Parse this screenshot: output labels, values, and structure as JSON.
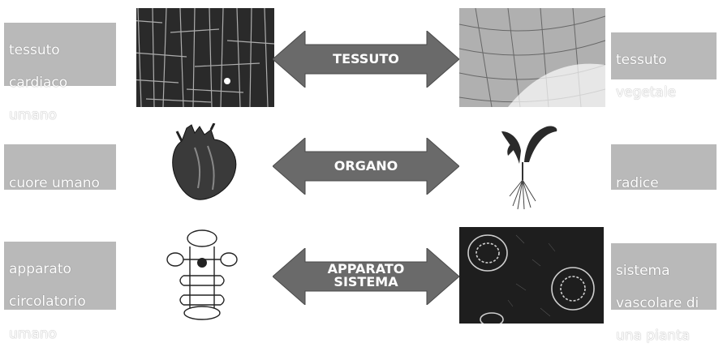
{
  "rows": [
    {
      "left_label": [
        "tessuto",
        "cardiaco",
        "umano"
      ],
      "arrow_label": [
        "TESSUTO"
      ],
      "right_label": [
        "tessuto",
        "vegetale"
      ],
      "left_icon": "heart-tissue-micrograph-icon",
      "right_icon": "plant-tissue-micrograph-icon"
    },
    {
      "left_label": [
        "cuore umano"
      ],
      "arrow_label": [
        "ORGANO"
      ],
      "right_label": [
        "radice"
      ],
      "left_icon": "human-heart-icon",
      "right_icon": "plant-root-icon"
    },
    {
      "left_label": [
        "apparato",
        "circolatorio",
        "umano"
      ],
      "arrow_label": [
        "APPARATO",
        "SISTEMA"
      ],
      "right_label": [
        "sistema",
        "vascolare di",
        "una pianta"
      ],
      "left_icon": "circulatory-system-icon",
      "right_icon": "vascular-tissue-micrograph-icon"
    }
  ],
  "colors": {
    "label_bg": "#b9b9b9",
    "arrow_fill": "#6a6a6a",
    "text": "#ffffff"
  }
}
